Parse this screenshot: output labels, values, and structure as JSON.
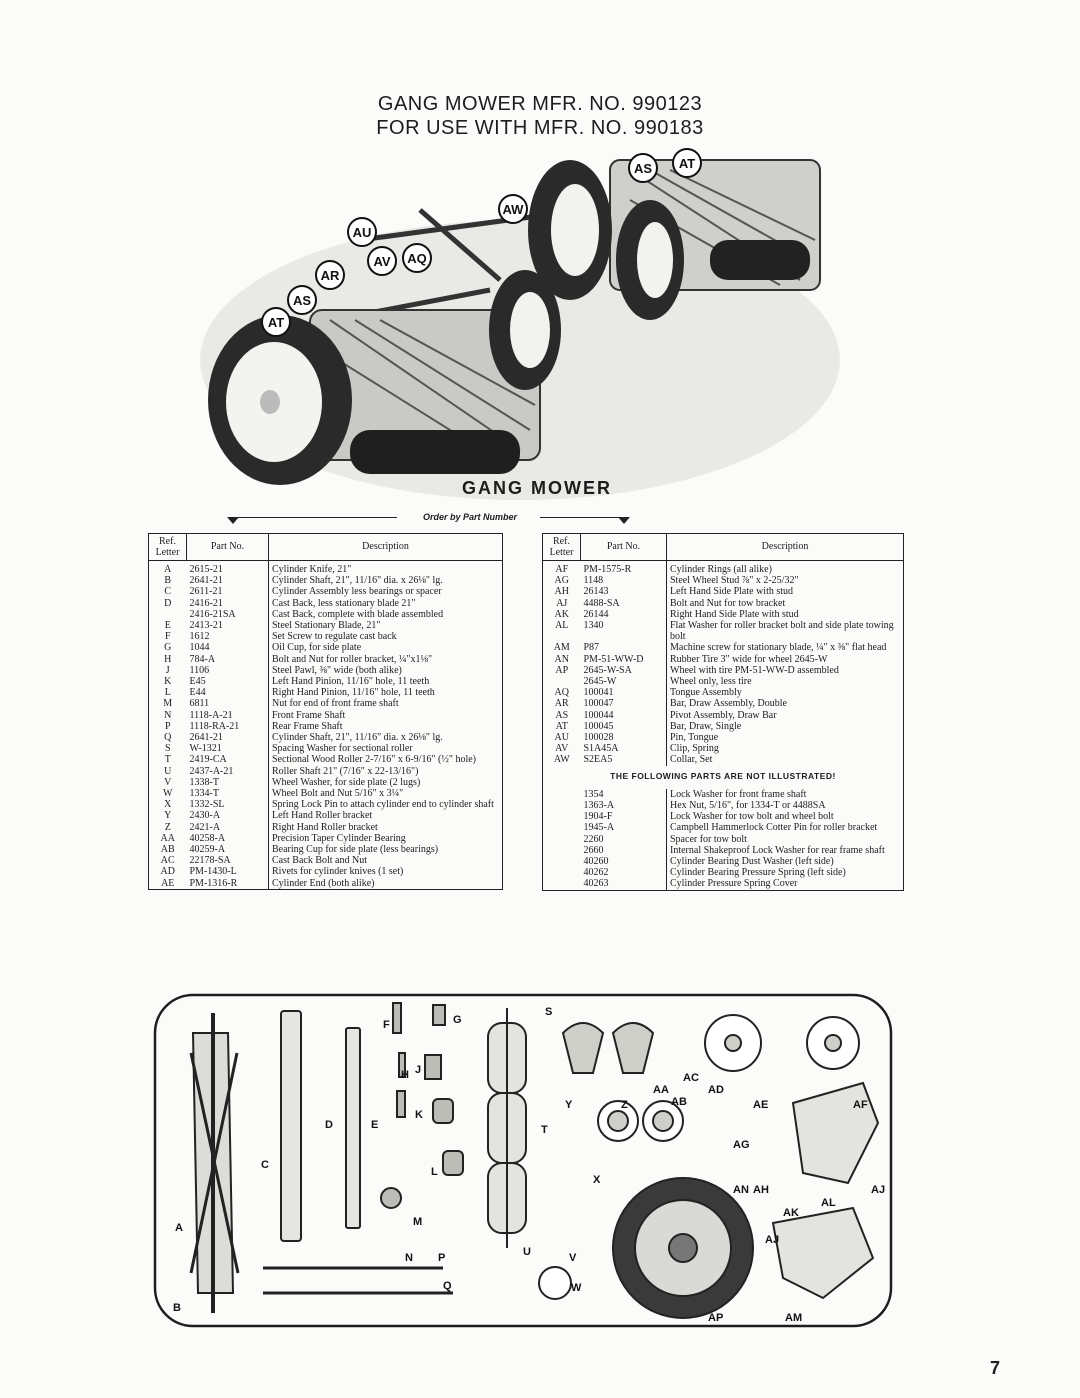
{
  "header": {
    "line1": "GANG MOWER MFR. NO. 990123",
    "line2": "FOR USE WITH MFR. NO. 990183"
  },
  "illustration": {
    "title": "GANG MOWER",
    "callouts": [
      "AS",
      "AT",
      "AW",
      "AU",
      "AV",
      "AQ",
      "AR",
      "AS",
      "AT"
    ]
  },
  "order_note": "Order by Part Number",
  "table_headers": {
    "ref": "Ref. Letter",
    "part": "Part No.",
    "desc": "Description"
  },
  "left_table": [
    {
      "ref": "A",
      "part": "2615-21",
      "desc": "Cylinder Knife, 21\""
    },
    {
      "ref": "B",
      "part": "2641-21",
      "desc": "Cylinder Shaft, 21\", 11/16\" dia. x 26⅛\" lg."
    },
    {
      "ref": "C",
      "part": "2611-21",
      "desc": "Cylinder Assembly less bearings or spacer"
    },
    {
      "ref": "D",
      "part": "2416-21",
      "desc": "Cast Back, less stationary blade 21\""
    },
    {
      "ref": "",
      "part": "2416-21SA",
      "desc": "Cast Back, complete with blade assembled"
    },
    {
      "ref": "E",
      "part": "2413-21",
      "desc": "Steel Stationary Blade, 21\""
    },
    {
      "ref": "F",
      "part": "1612",
      "desc": "Set Screw to regulate cast back"
    },
    {
      "ref": "G",
      "part": "1044",
      "desc": "Oil Cup, for side plate"
    },
    {
      "ref": "H",
      "part": "784-A",
      "desc": "Bolt and Nut for roller bracket, ¼\"x1⅛\""
    },
    {
      "ref": "J",
      "part": "1106",
      "desc": "Steel Pawl, ⅜\" wide (both alike)"
    },
    {
      "ref": "K",
      "part": "E45",
      "desc": "Left Hand Pinion, 11/16\" hole, 11 teeth"
    },
    {
      "ref": "L",
      "part": "E44",
      "desc": "Right Hand Pinion, 11/16\" hole, 11 teeth"
    },
    {
      "ref": "M",
      "part": "6811",
      "desc": "Nut for end of front frame shaft"
    },
    {
      "ref": "N",
      "part": "1118-A-21",
      "desc": "Front Frame Shaft"
    },
    {
      "ref": "P",
      "part": "1118-RA-21",
      "desc": "Rear Frame Shaft"
    },
    {
      "ref": "Q",
      "part": "2641-21",
      "desc": "Cylinder Shaft, 21\", 11/16\" dia. x 26⅛\" lg."
    },
    {
      "ref": "S",
      "part": "W-1321",
      "desc": "Spacing Washer for sectional roller"
    },
    {
      "ref": "T",
      "part": "2419-CA",
      "desc": "Sectional Wood Roller 2-7/16\" x 6-9/16\" (½\" hole)"
    },
    {
      "ref": "U",
      "part": "2437-A-21",
      "desc": "Roller Shaft 21\" (7/16\" x 22-13/16\")"
    },
    {
      "ref": "V",
      "part": "1338-T",
      "desc": "Wheel Washer, for side plate (2 lugs)"
    },
    {
      "ref": "W",
      "part": "1334-T",
      "desc": "Wheel Bolt and Nut 5/16\" x 3¼\""
    },
    {
      "ref": "X",
      "part": "1332-SL",
      "desc": "Spring Lock Pin to attach cylinder end to cylinder shaft"
    },
    {
      "ref": "Y",
      "part": "2430-A",
      "desc": "Left Hand Roller bracket"
    },
    {
      "ref": "Z",
      "part": "2421-A",
      "desc": "Right Hand Roller bracket"
    },
    {
      "ref": "AA",
      "part": "40258-A",
      "desc": "Precision Taper Cylinder Bearing"
    },
    {
      "ref": "AB",
      "part": "40259-A",
      "desc": "Bearing Cup for side plate (less bearings)"
    },
    {
      "ref": "AC",
      "part": "22178-SA",
      "desc": "Cast Back Bolt and Nut"
    },
    {
      "ref": "AD",
      "part": "PM-1430-L",
      "desc": "Rivets for cylinder knives (1 set)"
    },
    {
      "ref": "AE",
      "part": "PM-1316-R",
      "desc": "Cylinder End (both alike)"
    }
  ],
  "right_table": [
    {
      "ref": "AF",
      "part": "PM-1575-R",
      "desc": "Cylinder Rings (all alike)"
    },
    {
      "ref": "AG",
      "part": "1148",
      "desc": "Steel Wheel Stud ⅞\" x 2-25/32\""
    },
    {
      "ref": "AH",
      "part": "26143",
      "desc": "Left Hand Side Plate with stud"
    },
    {
      "ref": "AJ",
      "part": "4488-SA",
      "desc": "Bolt and Nut for tow bracket"
    },
    {
      "ref": "AK",
      "part": "26144",
      "desc": "Right Hand Side Plate with stud"
    },
    {
      "ref": "AL",
      "part": "1340",
      "desc": "Flat Washer for roller bracket bolt and side plate towing bolt"
    },
    {
      "ref": "AM",
      "part": "P87",
      "desc": "Machine screw for stationary blade, ¼\" x ⅜\" flat head"
    },
    {
      "ref": "AN",
      "part": "PM-51-WW-D",
      "desc": "Rubber Tire 3\" wide for wheel 2645-W"
    },
    {
      "ref": "AP",
      "part": "2645-W-SA",
      "desc": "Wheel with tire PM-51-WW-D assembled"
    },
    {
      "ref": "",
      "part": "2645-W",
      "desc": "Wheel only, less tire"
    },
    {
      "ref": "AQ",
      "part": "100041",
      "desc": "Tongue Assembly"
    },
    {
      "ref": "AR",
      "part": "100047",
      "desc": "Bar, Draw Assembly, Double"
    },
    {
      "ref": "AS",
      "part": "100044",
      "desc": "Pivot Assembly, Draw Bar"
    },
    {
      "ref": "AT",
      "part": "100045",
      "desc": "Bar, Draw, Single"
    },
    {
      "ref": "AU",
      "part": "100028",
      "desc": "Pin, Tongue"
    },
    {
      "ref": "AV",
      "part": "S1A45A",
      "desc": "Clip, Spring"
    },
    {
      "ref": "AW",
      "part": "S2EA5",
      "desc": "Collar, Set"
    }
  ],
  "not_illustrated_heading": "THE FOLLOWING PARTS ARE NOT ILLUSTRATED!",
  "not_illustrated": [
    {
      "part": "1354",
      "desc": "Lock Washer for front frame shaft"
    },
    {
      "part": "1363-A",
      "desc": "Hex Nut, 5/16\", for 1334-T or 4488SA"
    },
    {
      "part": "1904-F",
      "desc": "Lock Washer for tow bolt and wheel bolt"
    },
    {
      "part": "1945-A",
      "desc": "Campbell Hammerlock Cotter Pin for roller bracket"
    },
    {
      "part": "2260",
      "desc": "Spacer for tow bolt"
    },
    {
      "part": "2660",
      "desc": "Internal Shakeproof Lock Washer for rear frame shaft"
    },
    {
      "part": "40260",
      "desc": "Cylinder Bearing Dust Washer (left side)"
    },
    {
      "part": "40262",
      "desc": "Cylinder Bearing Pressure Spring (left side)"
    },
    {
      "part": "40263",
      "desc": "Cylinder Pressure Spring Cover"
    }
  ],
  "diagram_labels": [
    "A",
    "B",
    "C",
    "D",
    "E",
    "F",
    "G",
    "H",
    "J",
    "K",
    "L",
    "M",
    "N",
    "P",
    "Q",
    "S",
    "T",
    "U",
    "V",
    "W",
    "X",
    "Y",
    "Z",
    "AA",
    "AB",
    "AC",
    "AD",
    "AE",
    "AF",
    "AG",
    "AH",
    "AJ",
    "AK",
    "AL",
    "AN",
    "AP",
    "AM",
    "AJ"
  ],
  "page_number": "7"
}
